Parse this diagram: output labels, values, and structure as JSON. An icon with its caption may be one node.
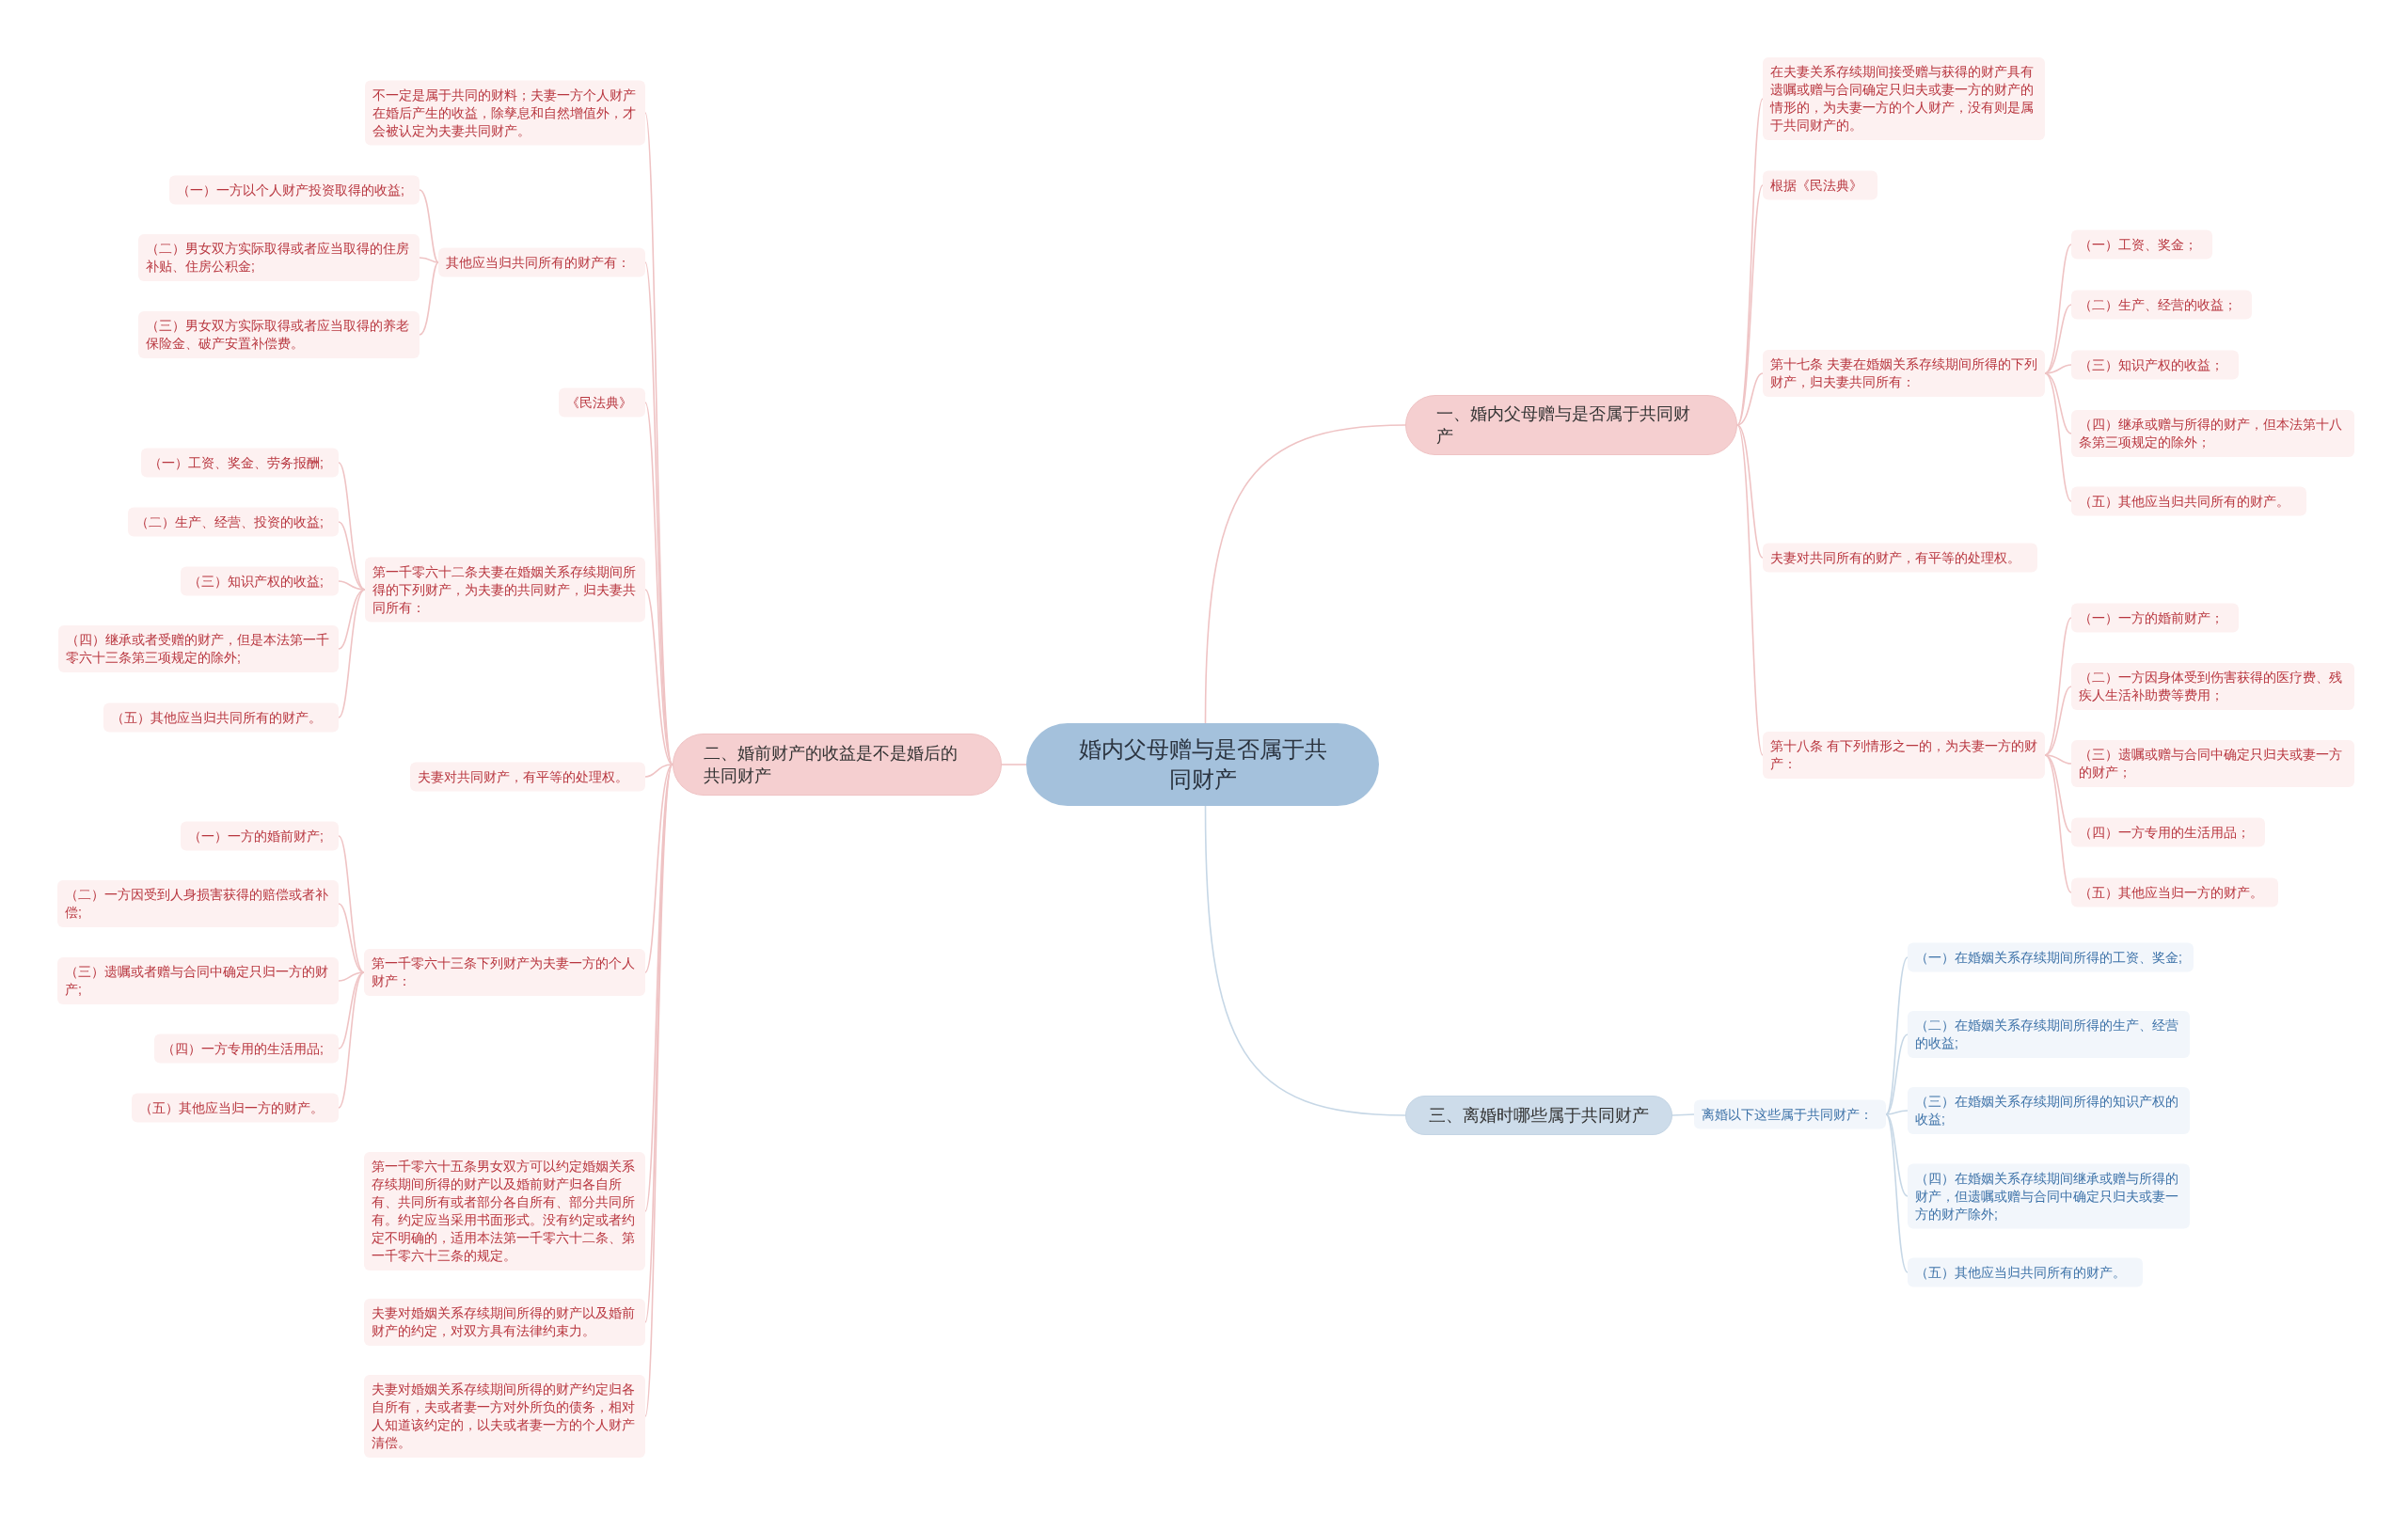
{
  "diagram": {
    "nodes": [
      {
        "text": [
          "婚内父母赠与是否属于共同财产"
        ]
      },
      {
        "text": [
          "一、婚内父母赠与是否属于共同财产"
        ]
      },
      {
        "text": [
          "在夫妻关系存续期间接受赠与获得的财产具有遗嘱或赠与合同确定只归夫或妻一方的财产的情形的，为夫妻一方的个人财产，没有则是属于共同财产的。"
        ]
      },
      {
        "text": [
          "根据《民法典》"
        ]
      },
      {
        "text": [
          "第十七条 夫妻在婚姻关系存续期间所得的下列财产，归夫妻共同所有："
        ]
      },
      {
        "text": [
          "（一）工资、奖金；"
        ]
      },
      {
        "text": [
          "（二）生产、经营的收益；"
        ]
      },
      {
        "text": [
          "（三）知识产权的收益；"
        ]
      },
      {
        "text": [
          "（四）继承或赠与所得的财产，但本法第十八条第三项规定的除外；"
        ]
      },
      {
        "text": [
          "（五）其他应当归共同所有的财产。"
        ]
      },
      {
        "text": [
          "夫妻对共同所有的财产，有平等的处理权。"
        ]
      },
      {
        "text": [
          "第十八条 有下列情形之一的，为夫妻一方的财产："
        ]
      },
      {
        "text": [
          "（一）一方的婚前财产；"
        ]
      },
      {
        "text": [
          "（二）一方因身体受到伤害获得的医疗费、残疾人生活补助费等费用；"
        ]
      },
      {
        "text": [
          "（三）遗嘱或赠与合同中确定只归夫或妻一方的财产；"
        ]
      },
      {
        "text": [
          "（四）一方专用的生活用品；"
        ]
      },
      {
        "text": [
          "（五）其他应当归一方的财产。"
        ]
      },
      {
        "text": [
          "二、婚前财产的收益是不是婚后的共同财产"
        ]
      },
      {
        "text": [
          "不一定是属于共同的财料；夫妻一方个人财产在婚后产生的收益，除孳息和自然增值外，才会被认定为夫妻共同财产。"
        ]
      },
      {
        "text": [
          "其他应当归共同所有的财产有："
        ]
      },
      {
        "text": [
          "（一）一方以个人财产投资取得的收益;"
        ]
      },
      {
        "text": [
          "（二）男女双方实际取得或者应当取得的住房补贴、住房公积金;"
        ]
      },
      {
        "text": [
          "（三）男女双方实际取得或者应当取得的养老保险金、破产安置补偿费。"
        ]
      },
      {
        "text": [
          "《民法典》"
        ]
      },
      {
        "text": [
          "第一千零六十二条夫妻在婚姻关系存续期间所得的下列财产，为夫妻的共同财产，归夫妻共同所有："
        ]
      },
      {
        "text": [
          "（一）工资、奖金、劳务报酬;"
        ]
      },
      {
        "text": [
          "（二）生产、经营、投资的收益;"
        ]
      },
      {
        "text": [
          "（三）知识产权的收益;"
        ]
      },
      {
        "text": [
          "（四）继承或者受赠的财产，但是本法第一千零六十三条第三项规定的除外;"
        ]
      },
      {
        "text": [
          "（五）其他应当归共同所有的财产。"
        ]
      },
      {
        "text": [
          "夫妻对共同财产，有平等的处理权。"
        ]
      },
      {
        "text": [
          "第一千零六十三条下列财产为夫妻一方的个人财产："
        ]
      },
      {
        "text": [
          "（一）一方的婚前财产;"
        ]
      },
      {
        "text": [
          "（二）一方因受到人身损害获得的赔偿或者补偿;"
        ]
      },
      {
        "text": [
          "（三）遗嘱或者赠与合同中确定只归一方的财产;"
        ]
      },
      {
        "text": [
          "（四）一方专用的生活用品;"
        ]
      },
      {
        "text": [
          "（五）其他应当归一方的财产。"
        ]
      },
      {
        "text": [
          "第一千零六十五条男女双方可以约定婚姻关系存续期间所得的财产以及婚前财产归各自所有、共同所有或者部分各自所有、部分共同所有。约定应当采用书面形式。没有约定或者约定不明确的，适用本法第一千零六十二条、第一千零六十三条的规定。"
        ]
      },
      {
        "text": [
          "夫妻对婚姻关系存续期间所得的财产以及婚前财产的约定，对双方具有法律约束力。"
        ]
      },
      {
        "text": [
          "夫妻对婚姻关系存续期间所得的财产约定归各自所有，夫或者妻一方对外所负的债务，相对人知道该约定的，以夫或者妻一方的个人财产清偿。"
        ]
      },
      {
        "text": [
          "三、离婚时哪些属于共同财产"
        ]
      },
      {
        "text": [
          "离婚以下这些属于共同财产："
        ]
      },
      {
        "text": [
          "（一）在婚姻关系存续期间所得的工资、奖金;"
        ]
      },
      {
        "text": [
          "（二）在婚姻关系存续期间所得的生产、经营的收益;"
        ]
      },
      {
        "text": [
          "（三）在婚姻关系存续期间所得的知识产权的收益;"
        ]
      },
      {
        "text": [
          "（四）在婚姻关系存续期间继承或赠与所得的财产，但遗嘱或赠与合同中确定只归夫或妻一方的财产除外;"
        ]
      },
      {
        "text": [
          "（五）其他应当归共同所有的财产。"
        ]
      }
    ],
    "edges": [
      {
        "from": 0,
        "to": 1,
        "arrow": "none"
      },
      {
        "from": 1,
        "to": 2,
        "arrow": "none"
      },
      {
        "from": 1,
        "to": 3,
        "arrow": "none"
      },
      {
        "from": 1,
        "to": 4,
        "arrow": "none"
      },
      {
        "from": 4,
        "to": 5,
        "arrow": "none"
      },
      {
        "from": 4,
        "to": 6,
        "arrow": "none"
      },
      {
        "from": 4,
        "to": 7,
        "arrow": "none"
      },
      {
        "from": 4,
        "to": 8,
        "arrow": "none"
      },
      {
        "from": 4,
        "to": 9,
        "arrow": "none"
      },
      {
        "from": 1,
        "to": 10,
        "arrow": "none"
      },
      {
        "from": 1,
        "to": 11,
        "arrow": "none"
      },
      {
        "from": 11,
        "to": 12,
        "arrow": "none"
      },
      {
        "from": 11,
        "to": 13,
        "arrow": "none"
      },
      {
        "from": 11,
        "to": 14,
        "arrow": "none"
      },
      {
        "from": 11,
        "to": 15,
        "arrow": "none"
      },
      {
        "from": 11,
        "to": 16,
        "arrow": "none"
      },
      {
        "from": 0,
        "to": 17,
        "arrow": "none"
      },
      {
        "from": 17,
        "to": 18,
        "arrow": "none"
      },
      {
        "from": 17,
        "to": 19,
        "arrow": "none"
      },
      {
        "from": 19,
        "to": 20,
        "arrow": "none"
      },
      {
        "from": 19,
        "to": 21,
        "arrow": "none"
      },
      {
        "from": 19,
        "to": 22,
        "arrow": "none"
      },
      {
        "from": 17,
        "to": 23,
        "arrow": "none"
      },
      {
        "from": 17,
        "to": 24,
        "arrow": "none"
      },
      {
        "from": 24,
        "to": 25,
        "arrow": "none"
      },
      {
        "from": 24,
        "to": 26,
        "arrow": "none"
      },
      {
        "from": 24,
        "to": 27,
        "arrow": "none"
      },
      {
        "from": 24,
        "to": 28,
        "arrow": "none"
      },
      {
        "from": 24,
        "to": 29,
        "arrow": "none"
      },
      {
        "from": 17,
        "to": 30,
        "arrow": "none"
      },
      {
        "from": 17,
        "to": 31,
        "arrow": "none"
      },
      {
        "from": 31,
        "to": 32,
        "arrow": "none"
      },
      {
        "from": 31,
        "to": 33,
        "arrow": "none"
      },
      {
        "from": 31,
        "to": 34,
        "arrow": "none"
      },
      {
        "from": 31,
        "to": 35,
        "arrow": "none"
      },
      {
        "from": 31,
        "to": 36,
        "arrow": "none"
      },
      {
        "from": 17,
        "to": 37,
        "arrow": "none"
      },
      {
        "from": 17,
        "to": 38,
        "arrow": "none"
      },
      {
        "from": 17,
        "to": 39,
        "arrow": "none"
      },
      {
        "from": 0,
        "to": 40,
        "arrow": "none",
        "color": "#c6d7e6"
      },
      {
        "from": 40,
        "to": 41,
        "arrow": "none",
        "color": "#c6d7e6"
      },
      {
        "from": 41,
        "to": 42,
        "arrow": "none",
        "color": "#c6d7e6"
      },
      {
        "from": 41,
        "to": 43,
        "arrow": "none",
        "color": "#c6d7e6"
      },
      {
        "from": 41,
        "to": 44,
        "arrow": "none",
        "color": "#c6d7e6"
      },
      {
        "from": 41,
        "to": 45,
        "arrow": "none",
        "color": "#c6d7e6"
      },
      {
        "from": 41,
        "to": 46,
        "arrow": "none",
        "color": "#c6d7e6"
      }
    ]
  }
}
